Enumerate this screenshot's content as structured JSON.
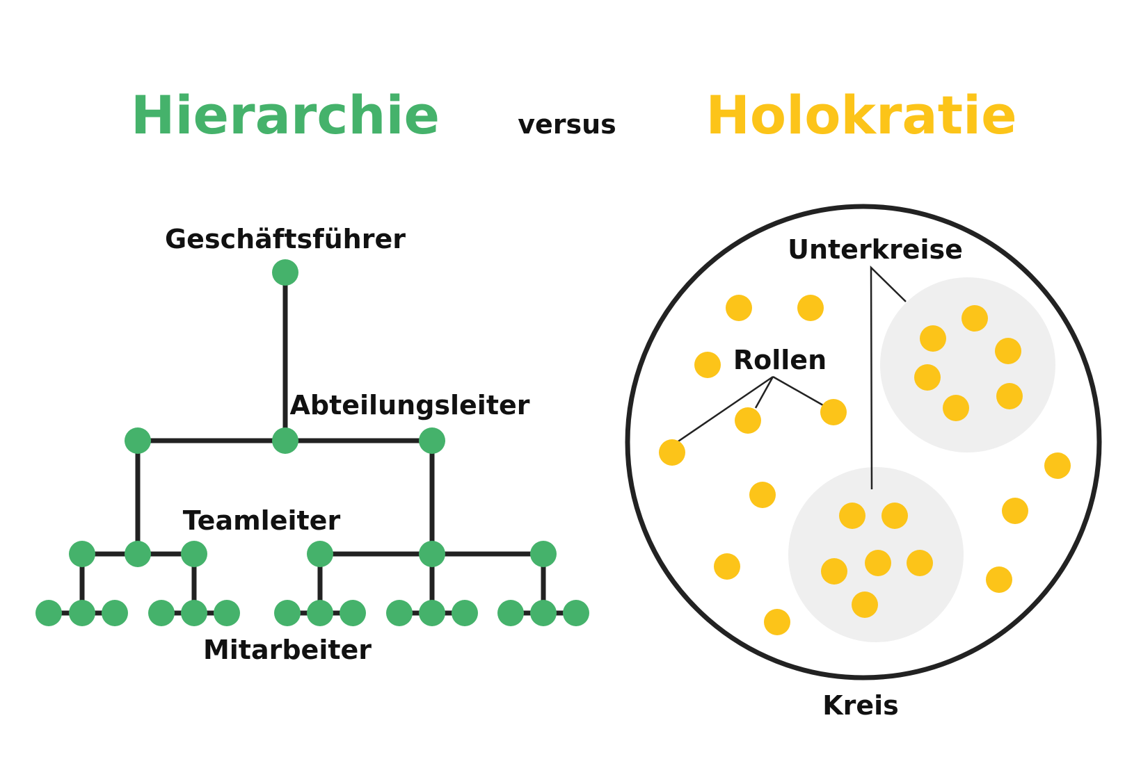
{
  "titles": {
    "left": "Hierarchie",
    "middle": "versus",
    "right": "Holokratie"
  },
  "hierarchy": {
    "levels": {
      "ceo": "Geschäftsführer",
      "department": "Abteilungsleiter",
      "team": "Teamleiter",
      "staff": "Mitarbeiter"
    }
  },
  "holacracy": {
    "labels": {
      "subcircles": "Unterkreise",
      "roles": "Rollen",
      "circle": "Kreis"
    }
  },
  "colors": {
    "hierarchy_green": "#45b26b",
    "holacracy_yellow": "#fcc419",
    "line": "#222222",
    "text": "#111111",
    "subcircle_fill": "#efefef"
  }
}
